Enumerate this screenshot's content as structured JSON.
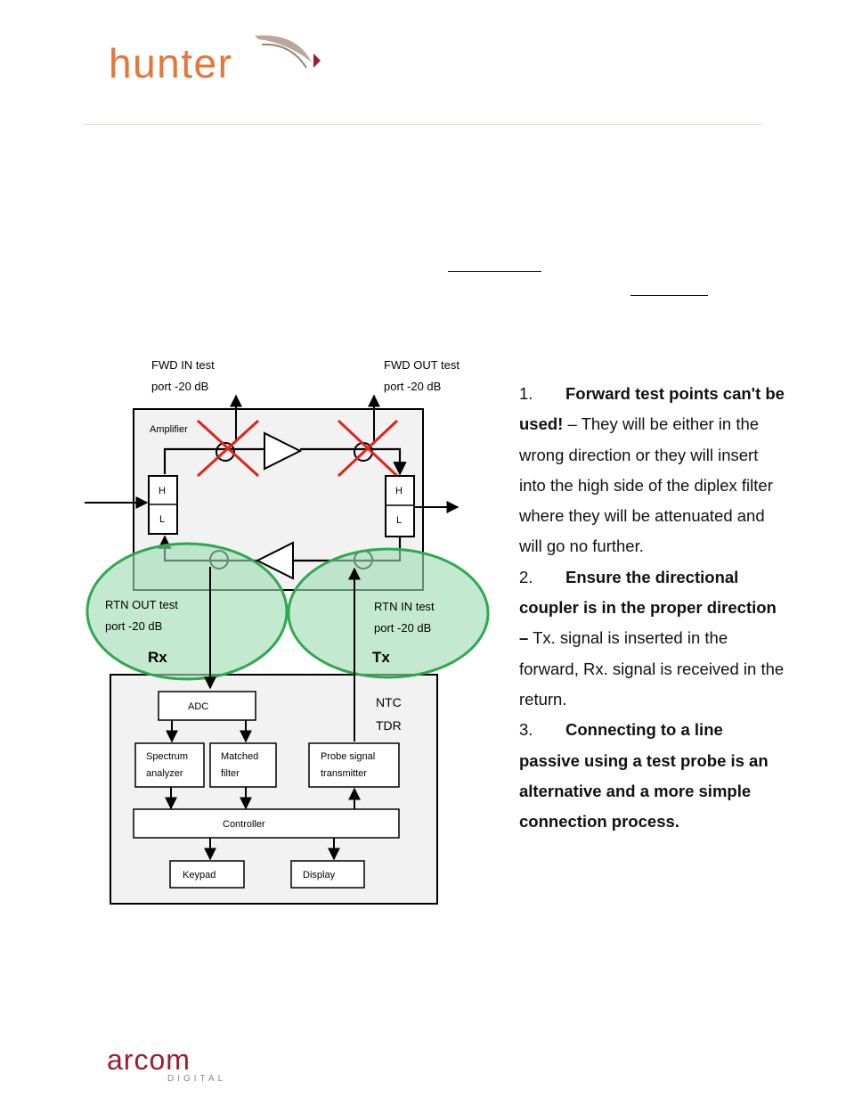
{
  "header": {
    "logo_text": "hunter"
  },
  "diagram": {
    "fwd_in_label": [
      "FWD IN test",
      "port -20 dB"
    ],
    "fwd_out_label": [
      "FWD OUT test",
      "port -20 dB"
    ],
    "amplifier_label": "Amplifier",
    "diplex_high": "H",
    "diplex_low": "L",
    "rtn_out_label": [
      "RTN OUT test",
      "port -20 dB"
    ],
    "rtn_in_label": [
      "RTN IN test",
      "port -20 dB"
    ],
    "rx_label": "Rx",
    "tx_label": "Tx",
    "ntc_label": [
      "NTC",
      "TDR"
    ],
    "adc_label": "ADC",
    "spectrum_label": [
      "Spectrum",
      "analyzer"
    ],
    "matched_label": [
      "Matched",
      "filter"
    ],
    "probe_label": [
      "Probe signal",
      "transmitter"
    ],
    "controller_label": "Controller",
    "keypad_label": "Keypad",
    "display_label": "Display",
    "colors": {
      "highlight_fill": "#9fdcb5",
      "highlight_stroke": "#2fa84f",
      "cross": "#e0241b"
    }
  },
  "notes": [
    {
      "number": "1.",
      "bold": "Forward test points can't be used!",
      "text": " – They will be either in the wrong direction or they will insert into the high side of the diplex filter where they will be attenuated and will go no further."
    },
    {
      "number": "2.",
      "bold": "Ensure the directional coupler is in the proper direction –",
      "text": " Tx. signal is inserted in the forward, Rx. signal is received in the return."
    },
    {
      "number": "3.",
      "bold": "Connecting to a line passive using a test probe is an alternative and a more simple connection process.",
      "text": ""
    }
  ],
  "footer": {
    "logo_text": "arcom",
    "logo_subtext": "DIGITAL"
  },
  "brand_colors": {
    "hunter": "#e4773a",
    "arcom": "#9e1b32"
  }
}
